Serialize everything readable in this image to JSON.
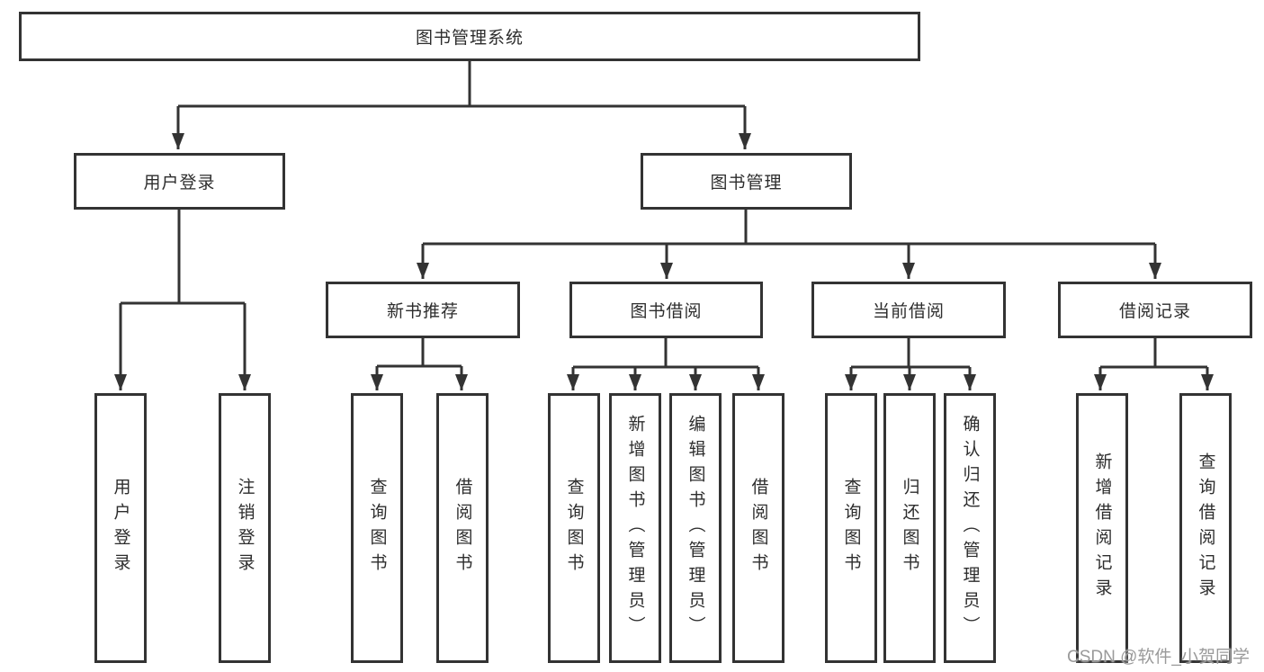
{
  "colors": {
    "line": "#333333",
    "text": "#2d2d2d",
    "watermark": "#9a9a9a",
    "background": "#ffffff"
  },
  "watermark": {
    "text": "CSDN @软件_小贺同学"
  },
  "tree": {
    "root": {
      "label": "图书管理系统",
      "children": [
        {
          "label": "用户登录",
          "children": [
            {
              "label": "用户登录"
            },
            {
              "label": "注销登录"
            }
          ]
        },
        {
          "label": "图书管理",
          "children": [
            {
              "label": "新书推荐",
              "children": [
                {
                  "label": "查询图书"
                },
                {
                  "label": "借阅图书"
                }
              ]
            },
            {
              "label": "图书借阅",
              "children": [
                {
                  "label": "查询图书"
                },
                {
                  "label": "新增图书（管理员）"
                },
                {
                  "label": "编辑图书（管理员）"
                },
                {
                  "label": "借阅图书"
                }
              ]
            },
            {
              "label": "当前借阅",
              "children": [
                {
                  "label": "查询图书"
                },
                {
                  "label": "归还图书"
                },
                {
                  "label": "确认归还（管理员）"
                }
              ]
            },
            {
              "label": "借阅记录",
              "children": [
                {
                  "label": "新增借阅记录"
                },
                {
                  "label": "查询借阅记录"
                }
              ]
            }
          ]
        }
      ]
    }
  }
}
